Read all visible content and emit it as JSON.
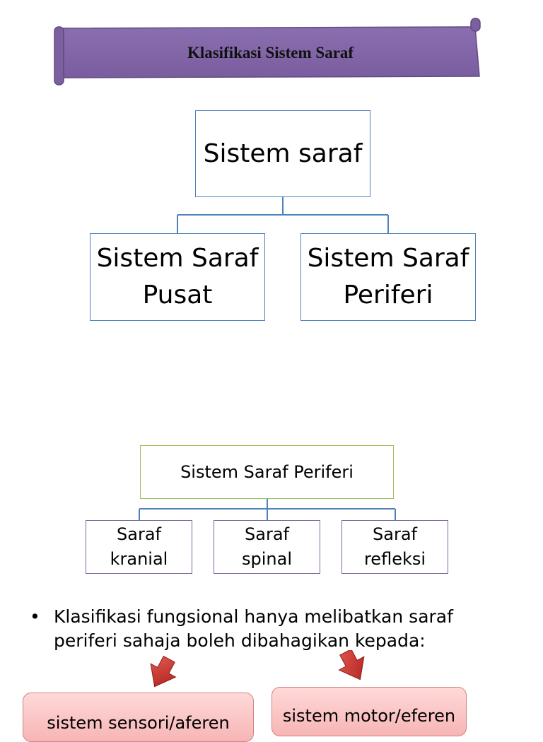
{
  "title_banner": {
    "text": "Klasifikasi Sistem Saraf",
    "color": "#8064a2"
  },
  "diagram1": {
    "root": "Sistem saraf",
    "left_line1": "Sistem Saraf",
    "left_line2": "Pusat",
    "right_line1": "Sistem Saraf",
    "right_line2": "Periferi"
  },
  "diagram2": {
    "root": "Sistem Saraf Periferi",
    "child1_line1": "Saraf",
    "child1_line2": "kranial",
    "child2_line1": "Saraf",
    "child2_line2": "spinal",
    "child3_line1": "Saraf",
    "child3_line2": "refleksi"
  },
  "bullet": {
    "symbol": "•",
    "line1": "Klasifikasi fungsional hanya melibatkan saraf",
    "line2": "periferi sahaja boleh dibahagikan kepada:"
  },
  "functional": {
    "left_box": "sistem sensori/aferen",
    "right_box": "sistem motor/eferen",
    "arrow_color": "#c0302a"
  }
}
